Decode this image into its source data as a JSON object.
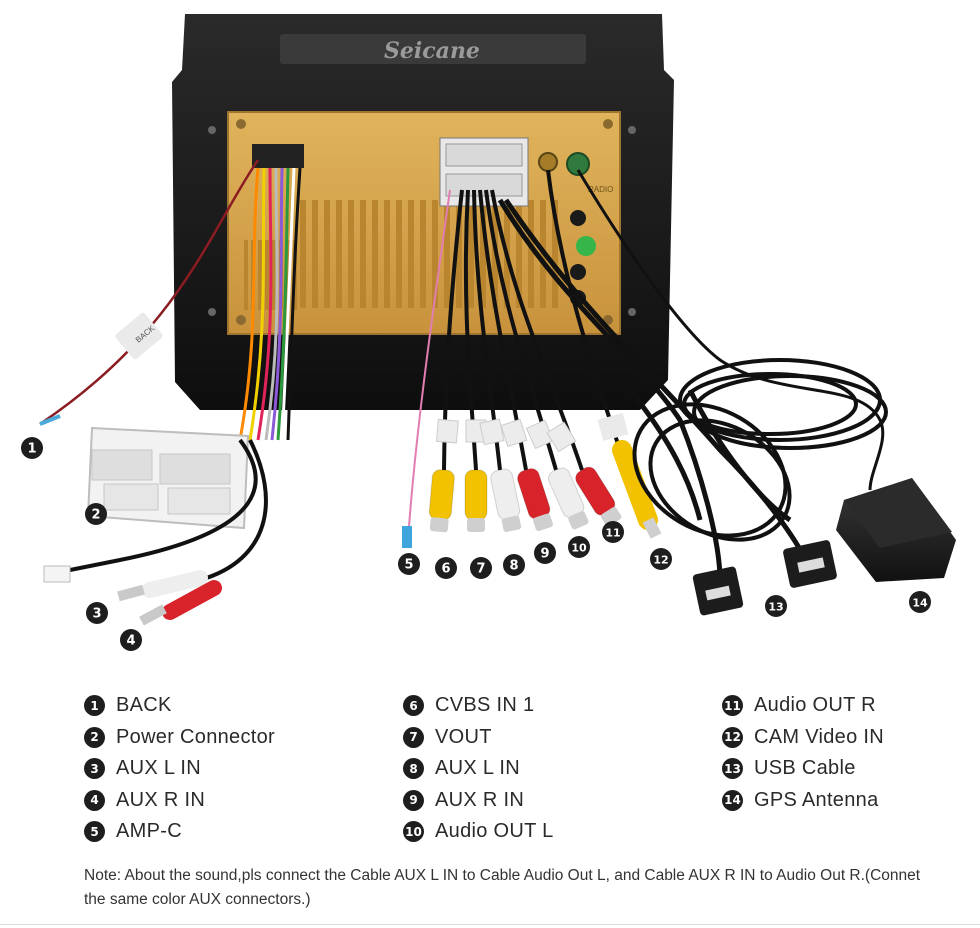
{
  "brand": "Seicane",
  "panel_labels": {
    "radio": "RADIO",
    "back": "BACK"
  },
  "callouts": [
    "1",
    "2",
    "3",
    "4",
    "5",
    "6",
    "7",
    "8",
    "9",
    "10",
    "11",
    "12",
    "13",
    "14"
  ],
  "legend": {
    "col1": [
      {
        "num": "1",
        "label": "BACK"
      },
      {
        "num": "2",
        "label": "Power Connector"
      },
      {
        "num": "3",
        "label": "AUX L IN"
      },
      {
        "num": "4",
        "label": "AUX R IN"
      },
      {
        "num": "5",
        "label": "AMP-C"
      }
    ],
    "col2": [
      {
        "num": "6",
        "label": "CVBS IN 1"
      },
      {
        "num": "7",
        "label": "VOUT"
      },
      {
        "num": "8",
        "label": "AUX L IN"
      },
      {
        "num": "9",
        "label": "AUX R IN"
      },
      {
        "num": "10",
        "label": "Audio OUT L"
      }
    ],
    "col3": [
      {
        "num": "11",
        "label": "Audio OUT R"
      },
      {
        "num": "12",
        "label": "CAM Video IN"
      },
      {
        "num": "13",
        "label": "USB Cable"
      },
      {
        "num": "14",
        "label": "GPS Antenna"
      }
    ]
  },
  "note": "Note: About the sound,pls connect the Cable AUX L IN to Cable Audio Out L, and Cable AUX R IN to Audio Out R.(Connet the same color AUX connectors.)",
  "colors": {
    "frame": "#141414",
    "panel": "#d2a24c",
    "rca_red": "#d8232a",
    "rca_yellow": "#f2c100",
    "rca_white": "#eeeeee",
    "gps": "#1c1c1c"
  }
}
